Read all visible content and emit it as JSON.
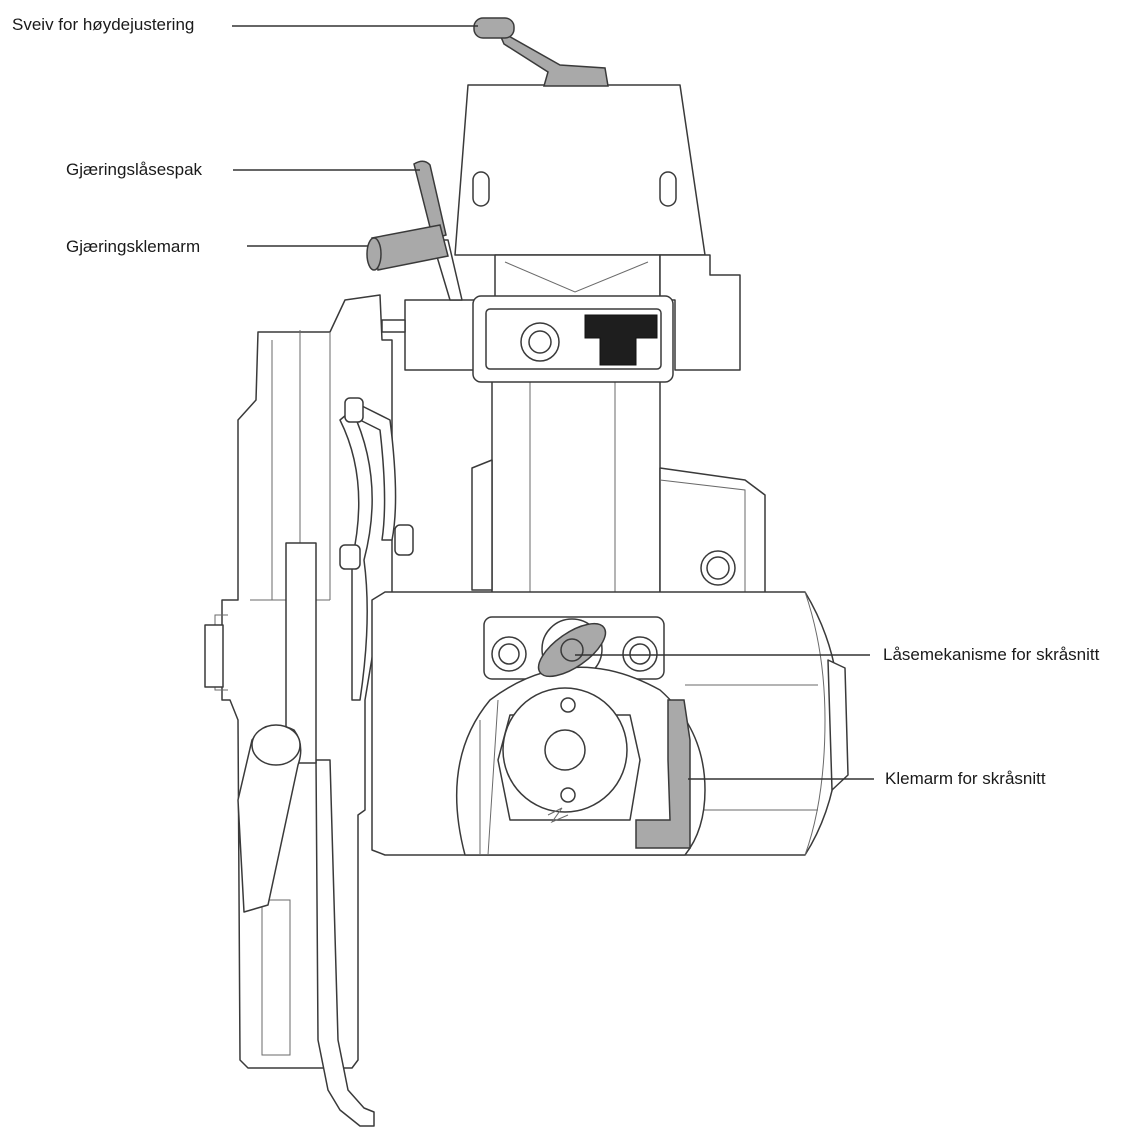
{
  "colors": {
    "highlight_part": "#a9a9a9",
    "dark_part": "#1e1e1e",
    "line": "#3a3a3a"
  },
  "labels": {
    "height_crank": "Sveiv for høydejustering",
    "miter_lock_lever": "Gjæringslåsespak",
    "miter_clamp_arm": "Gjæringsklemarm",
    "bevel_lock_mechanism": "Låsemekanisme for skråsnitt",
    "bevel_clamp_arm": "Klemarm for skråsnitt"
  }
}
